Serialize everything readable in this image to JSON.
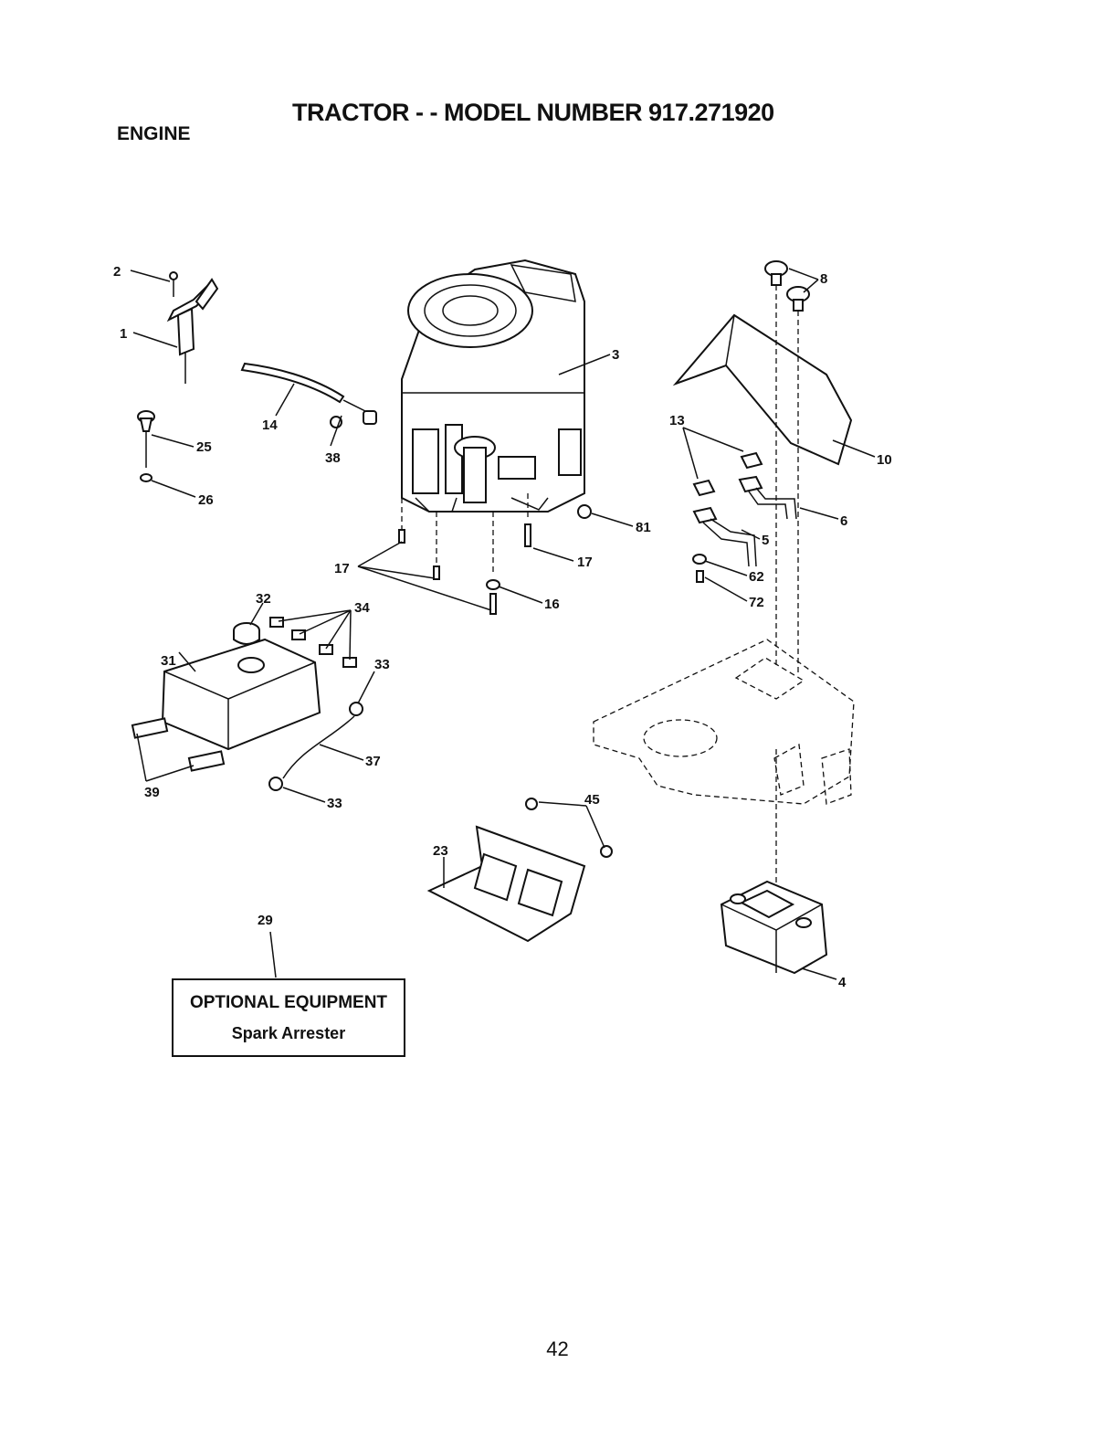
{
  "header": {
    "title": "TRACTOR - - MODEL NUMBER 917.271920",
    "section": "ENGINE"
  },
  "callouts": {
    "c1": "1",
    "c2": "2",
    "c3": "3",
    "c4": "4",
    "c5": "5",
    "c6": "6",
    "c8": "8",
    "c10": "10",
    "c13": "13",
    "c14": "14",
    "c16": "16",
    "c17a": "17",
    "c17b": "17",
    "c23": "23",
    "c25": "25",
    "c26": "26",
    "c29": "29",
    "c31": "31",
    "c32": "32",
    "c33a": "33",
    "c33b": "33",
    "c34": "34",
    "c37": "37",
    "c38": "38",
    "c39": "39",
    "c45": "45",
    "c62": "62",
    "c72": "72",
    "c81": "81"
  },
  "optional_equipment": {
    "heading": "OPTIONAL EQUIPMENT",
    "item": "Spark Arrester"
  },
  "footer": {
    "page_number": "42"
  }
}
